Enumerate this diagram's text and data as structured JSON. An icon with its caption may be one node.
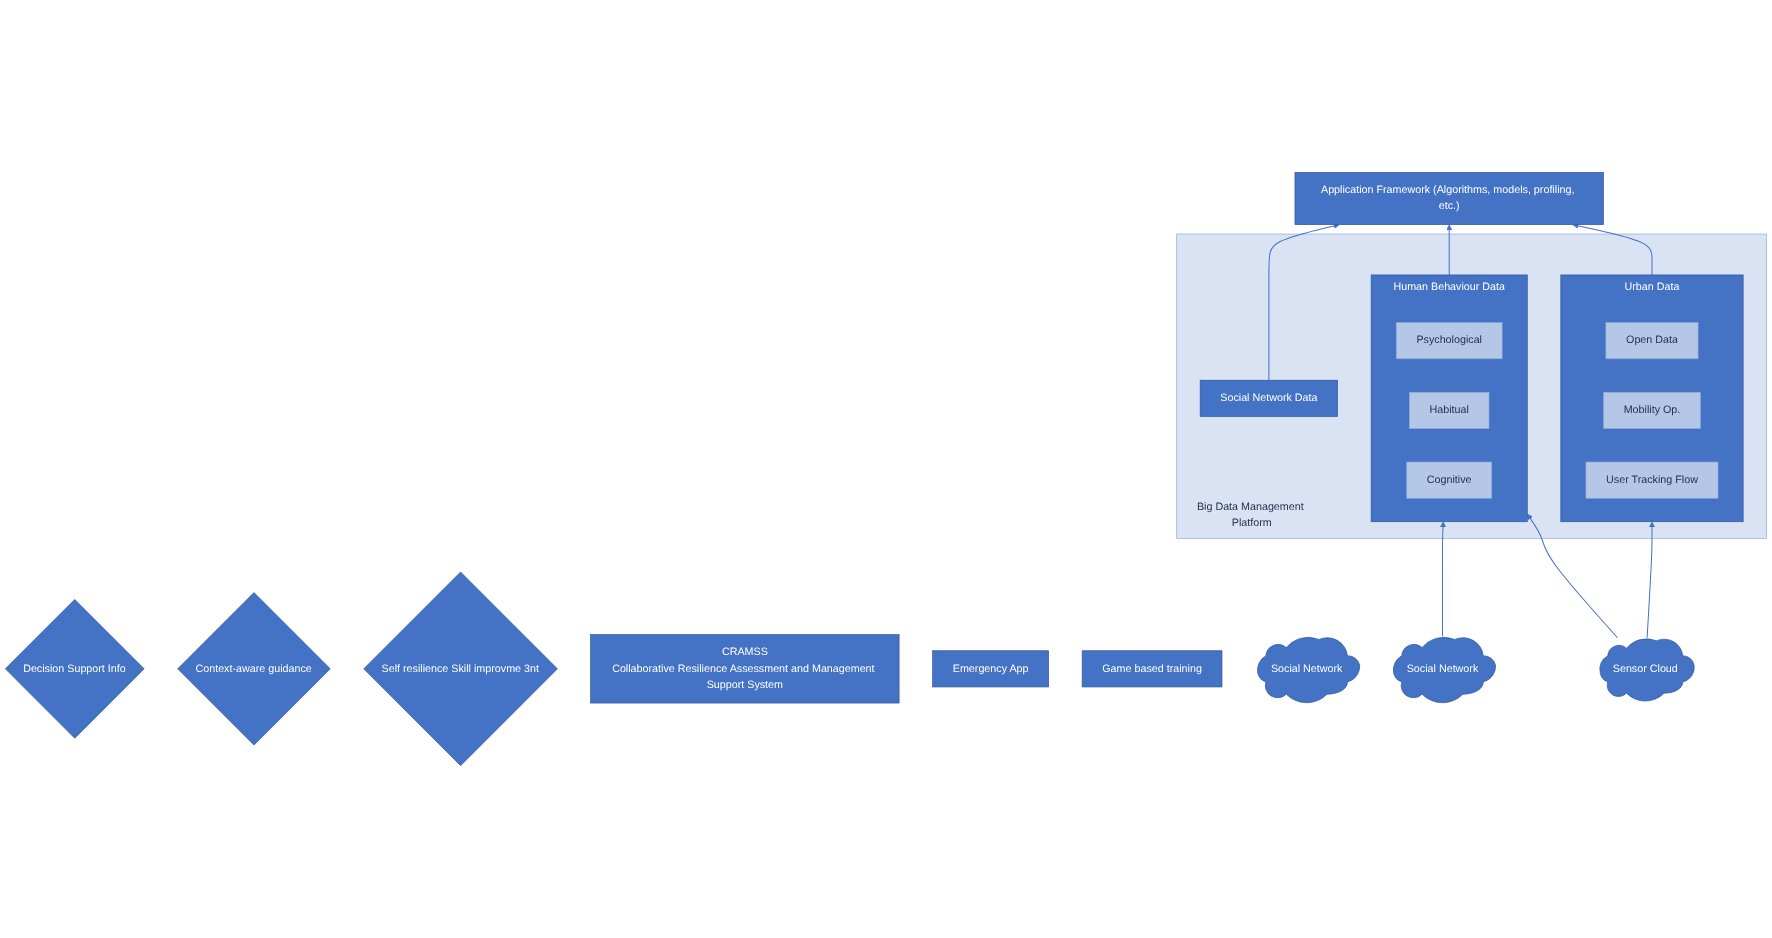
{
  "diagram": {
    "nodes": [
      {
        "text": [
          "Decision Support Info"
        ]
      },
      {
        "text": [
          "Context-aware guidance"
        ]
      },
      {
        "text": [
          "Self resilience Skill improvme 3nt"
        ]
      },
      {
        "text": [
          "CRAMSS",
          "Collaborative Resilience Assessment and Management Support System"
        ]
      },
      {
        "text": [
          "Emergency App"
        ]
      },
      {
        "text": [
          "Game based training"
        ]
      },
      {
        "text": [
          "Application Framework (Algorithms, models, profiling, etc.)"
        ]
      },
      {
        "text": [
          "Big Data Management Platform"
        ]
      },
      {
        "text": [
          "Social Network Data"
        ],
        "in": 7
      },
      {
        "text": [
          "Human Behaviour Data"
        ],
        "in": 7
      },
      {
        "text": [
          "Psychological"
        ],
        "in": 9
      },
      {
        "text": [
          "Habitual"
        ],
        "in": 9
      },
      {
        "text": [
          "Cognitive"
        ],
        "in": 9
      },
      {
        "text": [
          "Urban Data"
        ],
        "in": 7
      },
      {
        "text": [
          "Open Data"
        ],
        "in": 13
      },
      {
        "text": [
          "Mobility Op."
        ],
        "in": 13
      },
      {
        "text": [
          "User Tracking Flow"
        ],
        "in": 13
      },
      {
        "text": [
          "Social Network"
        ]
      },
      {
        "text": [
          "Social Network"
        ]
      },
      {
        "text": [
          "Sensor Cloud"
        ]
      }
    ],
    "edges": [
      {
        "from": 8,
        "to": 6,
        "arrow": "to"
      },
      {
        "from": 9,
        "to": 6,
        "arrow": "to"
      },
      {
        "from": 13,
        "to": 6,
        "arrow": "to"
      },
      {
        "from": 18,
        "to": 9,
        "arrow": "to"
      },
      {
        "from": 19,
        "to": 9,
        "arrow": "to"
      },
      {
        "from": 19,
        "to": 13,
        "arrow": "to"
      }
    ]
  }
}
